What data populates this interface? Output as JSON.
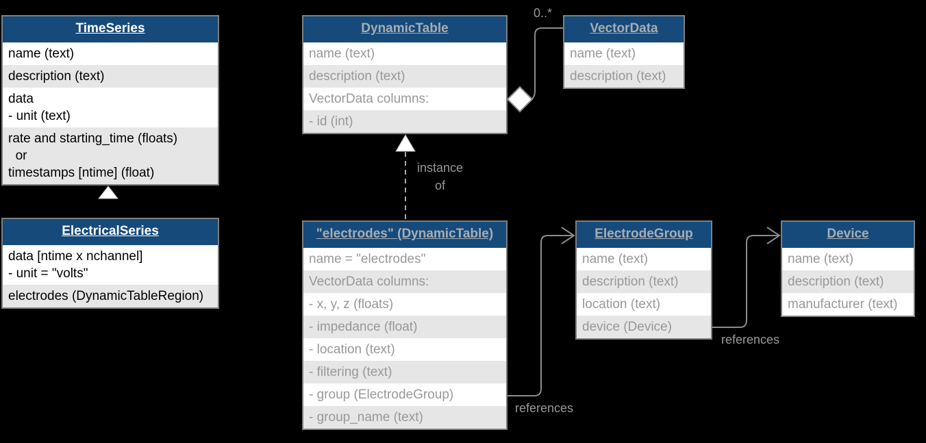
{
  "colors": {
    "background": "#000000",
    "header_bg": "#154A7B",
    "header_title_text": "#FFFFFF",
    "muted_header_title_text": "#A8ADB3",
    "row_bg": "#FFFFFF",
    "row_alt_bg": "#E6E6E6",
    "primary_text": "#000000",
    "muted_text": "#989898",
    "box_border": "#7F7F7F",
    "connector": "#8C8C8C"
  },
  "classes": {
    "time_series": {
      "title": "TimeSeries",
      "attributes": [
        "name (text)",
        "description (text)",
        "data\n- unit (text)",
        "rate and starting_time (floats)\n  or\ntimestamps [ntime] (float)"
      ]
    },
    "electrical_series": {
      "title": "ElectricalSeries",
      "attributes": [
        "data [ntime x nchannel]\n- unit = \"volts\"",
        "electrodes (DynamicTableRegion)"
      ]
    },
    "dynamic_table": {
      "title": "DynamicTable",
      "attributes": [
        "name (text)",
        "description (text)",
        "VectorData columns:",
        "- id (int)"
      ]
    },
    "vector_data": {
      "title": "VectorData",
      "attributes": [
        "name (text)",
        "description (text)"
      ]
    },
    "electrodes_table": {
      "title": "\"electrodes\" (DynamicTable)",
      "attributes": [
        "name = \"electrodes\"",
        "VectorData columns:",
        "- x, y, z (floats)",
        "- impedance (float)",
        "- location (text)",
        "- filtering (text)",
        "- group (ElectrodeGroup)",
        "- group_name (text)"
      ]
    },
    "electrode_group": {
      "title": "ElectrodeGroup",
      "attributes": [
        "name (text)",
        "description (text)",
        "location (text)",
        "device (Device)"
      ]
    },
    "device": {
      "title": "Device",
      "attributes": [
        "name (text)",
        "description (text)",
        "manufacturer (text)"
      ]
    }
  },
  "connector_labels": {
    "vectordata_multiplicity": "0..*",
    "instance_of": "instance\nof",
    "electrodes_group_reference": "references",
    "electrodegroup_device_reference": "references"
  }
}
